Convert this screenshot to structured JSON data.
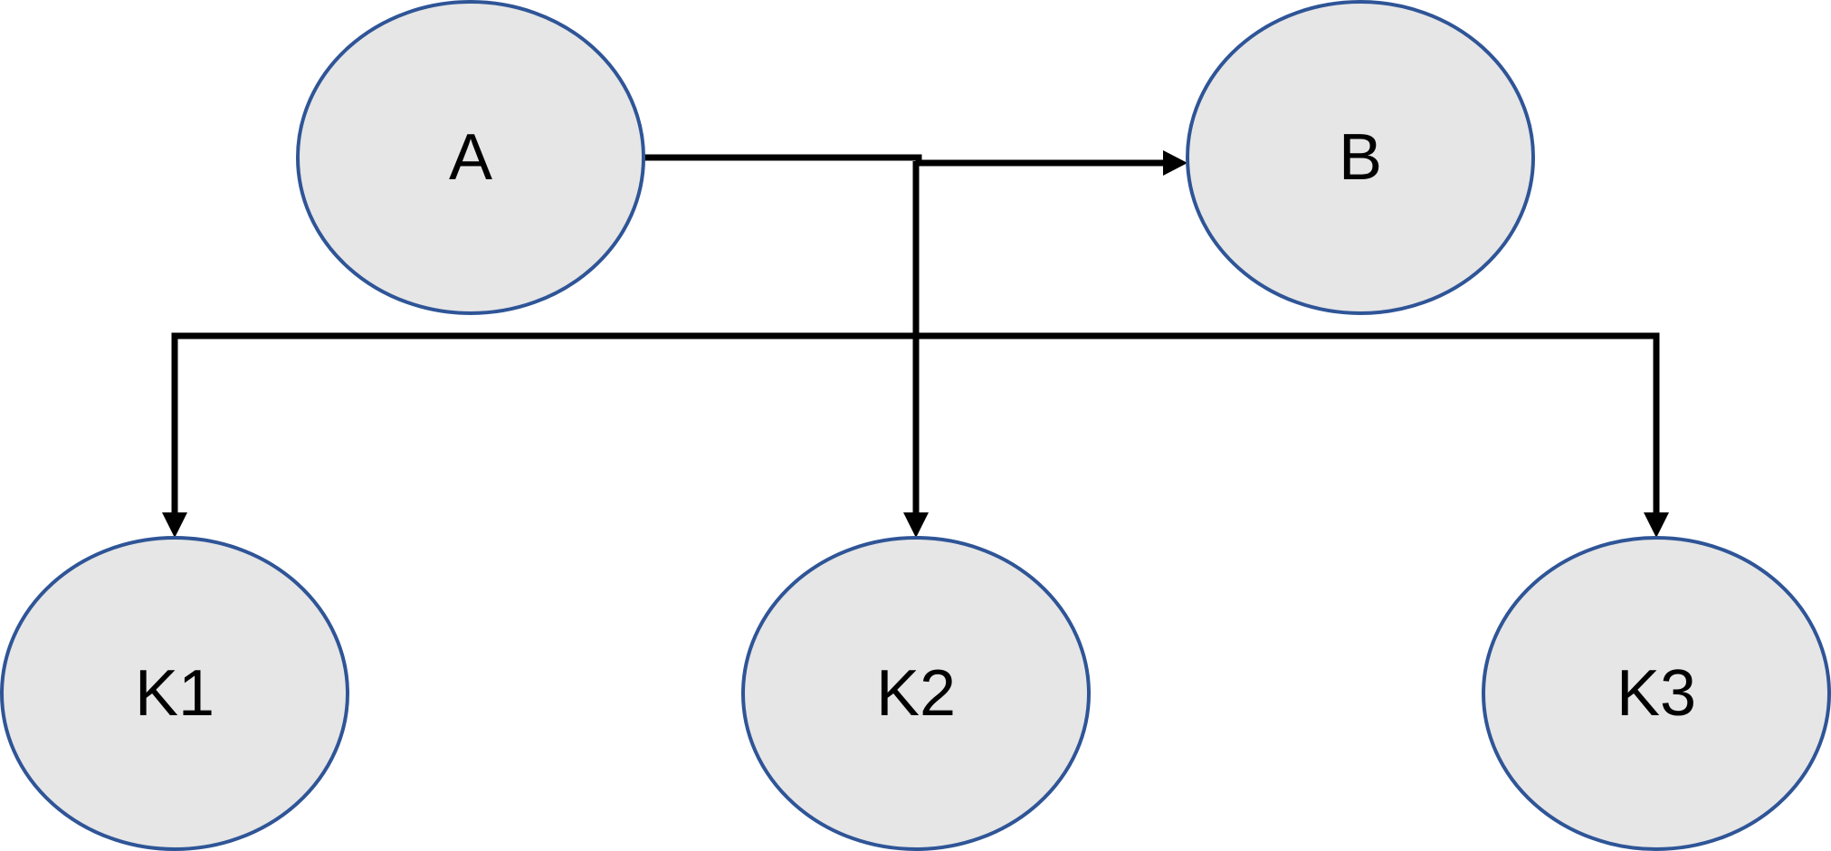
{
  "diagram": {
    "nodes": [
      {
        "id": "A",
        "label": "A"
      },
      {
        "id": "B",
        "label": "B"
      },
      {
        "id": "K1",
        "label": "K1"
      },
      {
        "id": "K2",
        "label": "K2"
      },
      {
        "id": "K3",
        "label": "K3"
      }
    ],
    "edges": [
      {
        "from": "A",
        "to": "B"
      },
      {
        "from": "A",
        "to": "K1"
      },
      {
        "from": "A",
        "to": "K2"
      },
      {
        "from": "A",
        "to": "K3"
      }
    ],
    "colors": {
      "node_fill": "#e6e6e6",
      "node_stroke": "#2f5597",
      "edge": "#000000",
      "text": "#000000"
    }
  }
}
